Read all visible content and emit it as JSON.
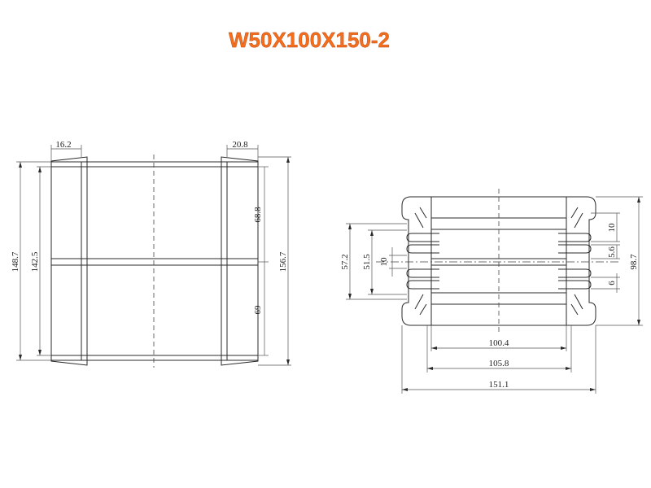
{
  "title": "W50X100X150-2",
  "colors": {
    "title": "#f36f1d",
    "lines": "#2a2a2a"
  },
  "left_view": {
    "dims": {
      "top_left": "16.2",
      "top_right": "20.8",
      "height_outer_left": "148.7",
      "height_inner_left": "142.5",
      "upper_half": "68.8",
      "lower_half": "69",
      "height_right": "156.7"
    }
  },
  "right_view": {
    "dims": {
      "left_outer": "57.2",
      "left_mid": "51.5",
      "left_inner": "10",
      "right_a": "10",
      "right_b": "5.6",
      "right_c": "6",
      "right_height": "98.7",
      "width_inner": "100.4",
      "width_mid": "105.8",
      "width_outer": "151.1"
    }
  }
}
